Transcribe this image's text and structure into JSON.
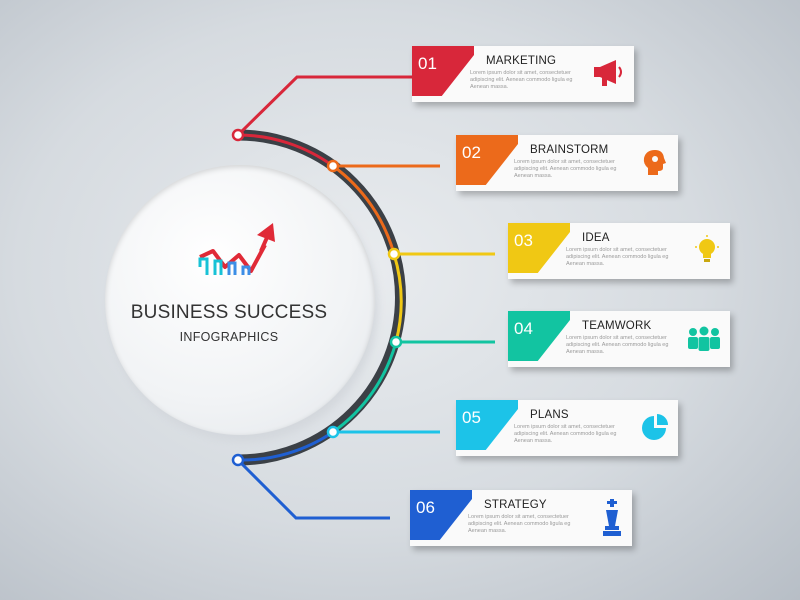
{
  "title": "BUSINESS SUCCESS",
  "subtitle": "INFOGRAPHICS",
  "colors": {
    "arc": "#3b4046",
    "step1": "#d8273a",
    "step2": "#ec6a1b",
    "step3": "#f0c814",
    "step4": "#12c4a1",
    "step5": "#1cc3e8",
    "step6": "#1f5fd2",
    "chart_red": "#e02a37",
    "chart_teal": "#18c2d6",
    "chart_blue": "#3c8ee6"
  },
  "steps": [
    {
      "number": "01",
      "title": "MARKETING",
      "text": "Lorem ipsum dolor sit amet, consectetuer adipiscing elit. Aenean commodo ligula eg Aenean massa.",
      "icon": "megaphone-icon"
    },
    {
      "number": "02",
      "title": "BRAINSTORM",
      "text": "Lorem ipsum dolor sit amet, consectetuer adipiscing elit. Aenean commodo ligula eg Aenean massa.",
      "icon": "head-icon"
    },
    {
      "number": "03",
      "title": "IDEA",
      "text": "Lorem ipsum dolor sit amet, consectetuer adipiscing elit. Aenean commodo ligula eg Aenean massa.",
      "icon": "lightbulb-icon"
    },
    {
      "number": "04",
      "title": "TEAMWORK",
      "text": "Lorem ipsum dolor sit amet, consectetuer adipiscing elit. Aenean commodo ligula eg Aenean massa.",
      "icon": "team-icon"
    },
    {
      "number": "05",
      "title": "PLANS",
      "text": "Lorem ipsum dolor sit amet, consectetuer adipiscing elit. Aenean commodo ligula eg Aenean massa.",
      "icon": "pie-chart-icon"
    },
    {
      "number": "06",
      "title": "STRATEGY",
      "text": "Lorem ipsum dolor sit amet, consectetuer adipiscing elit. Aenean commodo ligula eg Aenean massa.",
      "icon": "chess-king-icon"
    }
  ]
}
